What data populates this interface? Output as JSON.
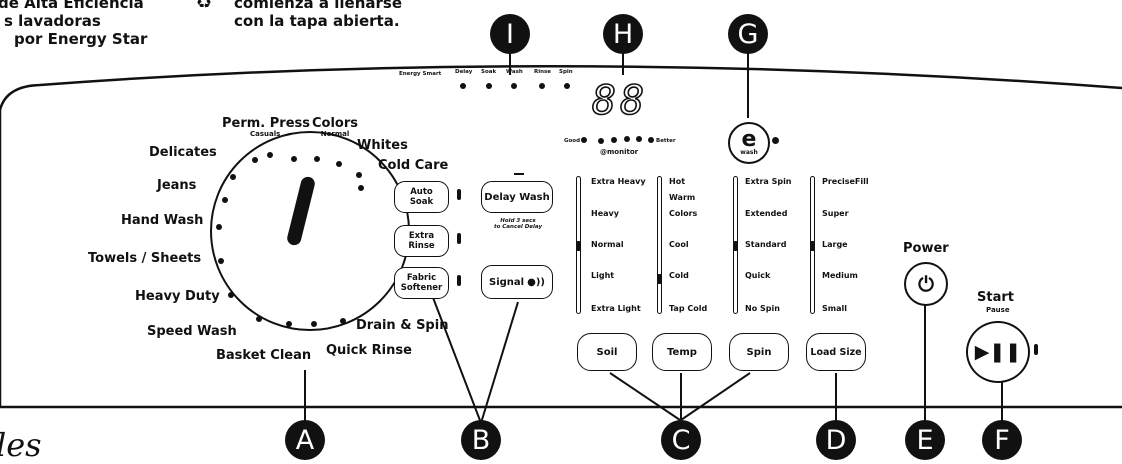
{
  "header": {
    "left": [
      "de Alta Eficiencia",
      "s lavadoras",
      "por Energy Star"
    ],
    "right": [
      "comienza a llenarse",
      "con la tapa abierta."
    ],
    "corner_fragment": "les"
  },
  "cycles": {
    "perm_press": "Perm. Press",
    "perm_press_sub": "Casuals",
    "colors": "Colors",
    "colors_sub": "Normal",
    "whites": "Whites",
    "cold_care": "Cold Care",
    "delicates": "Delicates",
    "jeans": "Jeans",
    "hand_wash": "Hand Wash",
    "towels": "Towels / Sheets",
    "heavy_duty": "Heavy Duty",
    "speed_wash": "Speed Wash",
    "basket_clean": "Basket Clean",
    "quick_rinse": "Quick Rinse",
    "drain_spin": "Drain & Spin"
  },
  "options": {
    "auto_soak": [
      "Auto",
      "Soak"
    ],
    "extra_rinse": [
      "Extra",
      "Rinse"
    ],
    "fabric_softener": [
      "Fabric",
      "Softener"
    ],
    "delay_wash": "Delay Wash",
    "delay_hint": [
      "Hold 3 secs",
      "to Cancel Delay"
    ],
    "signal": "Signal"
  },
  "status": {
    "labels": [
      "Energy Smart",
      "Delay",
      "Soak",
      "Wash",
      "Rinse",
      "Spin"
    ],
    "display": "88",
    "good": "Good",
    "better": "Better",
    "emonitor": "@monitor",
    "ewash_e": "e",
    "ewash": "wash"
  },
  "soil": {
    "levels": [
      "Extra Heavy",
      "Heavy",
      "Normal",
      "Light",
      "Extra Light"
    ],
    "selected": "Normal",
    "button": "Soil"
  },
  "temp": {
    "levels": [
      "Hot",
      "Warm",
      "Colors",
      "Cool",
      "Cold",
      "Tap Cold"
    ],
    "selected": "Cold",
    "button": "Temp"
  },
  "spin": {
    "levels": [
      "Extra Spin",
      "Extended",
      "Standard",
      "Quick",
      "No Spin"
    ],
    "selected": "Standard",
    "button": "Spin"
  },
  "load": {
    "levels": [
      "PreciseFill",
      "Super",
      "Large",
      "Medium",
      "Small"
    ],
    "selected": "Large",
    "button": "Load Size"
  },
  "power": {
    "label": "Power"
  },
  "start": {
    "label": "Start",
    "sub": "Pause"
  },
  "markers": [
    "A",
    "B",
    "C",
    "D",
    "E",
    "F",
    "G",
    "H",
    "I"
  ],
  "colors": {
    "ink": "#111111",
    "panel": "#ffffff"
  }
}
